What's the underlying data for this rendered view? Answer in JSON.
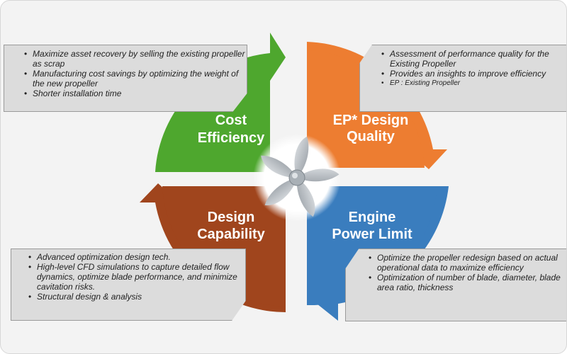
{
  "colors": {
    "cost": "#4ea72e",
    "quality": "#ed7d31",
    "capability": "#a0451d",
    "engine": "#3a7dbe"
  },
  "quadrants": {
    "cost": {
      "line1": "Cost",
      "line2": "Efficiency"
    },
    "quality": {
      "line1": "EP* Design",
      "line2": "Quality"
    },
    "capability": {
      "line1": "Design",
      "line2": "Capability"
    },
    "engine": {
      "line1": "Engine",
      "line2": "Power Limit"
    }
  },
  "center": {
    "icon": "propeller-icon"
  },
  "boxes": {
    "top_left": [
      "Maximize asset recovery by selling the existing propeller as scrap",
      "Manufacturing cost savings by optimizing the weight of the new propeller",
      "Shorter installation time"
    ],
    "top_right": [
      "Assessment of performance quality for the Existing Propeller",
      "Provides an insights to improve efficiency",
      "EP : Existing Propeller"
    ],
    "bottom_left": [
      "Advanced optimization design tech.",
      "High-level CFD simulations to capture detailed flow dynamics, optimize blade performance, and minimize cavitation risks.",
      "Structural design & analysis"
    ],
    "bottom_right": [
      "Optimize the propeller redesign based on actual operational data to maximize efficiency",
      "Optimization of number of blade, diameter, blade area ratio, thickness"
    ]
  }
}
